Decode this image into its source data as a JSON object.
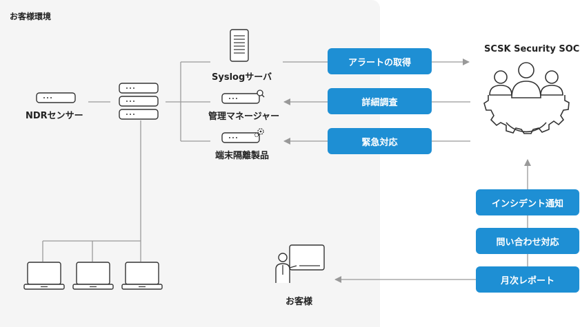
{
  "customer_env": {
    "title": "お客様環境"
  },
  "nodes": {
    "ndr_sensor": "NDRセンサー",
    "syslog": "Syslogサーバ",
    "manager": "管理マネージャー",
    "endpoint": "端末隔離製品",
    "soc": "SCSK Security SOC",
    "customer": "お客様"
  },
  "actions": {
    "alert": "アラートの取得",
    "investigate": "詳細調査",
    "respond": "緊急対応",
    "incident_notice": "インシデント通知",
    "inquiry": "問い合わせ対応",
    "monthly_report": "月次レポート"
  },
  "colors": {
    "accent": "#1e8fd4",
    "line": "#999999",
    "area": "#f5f5f5"
  }
}
